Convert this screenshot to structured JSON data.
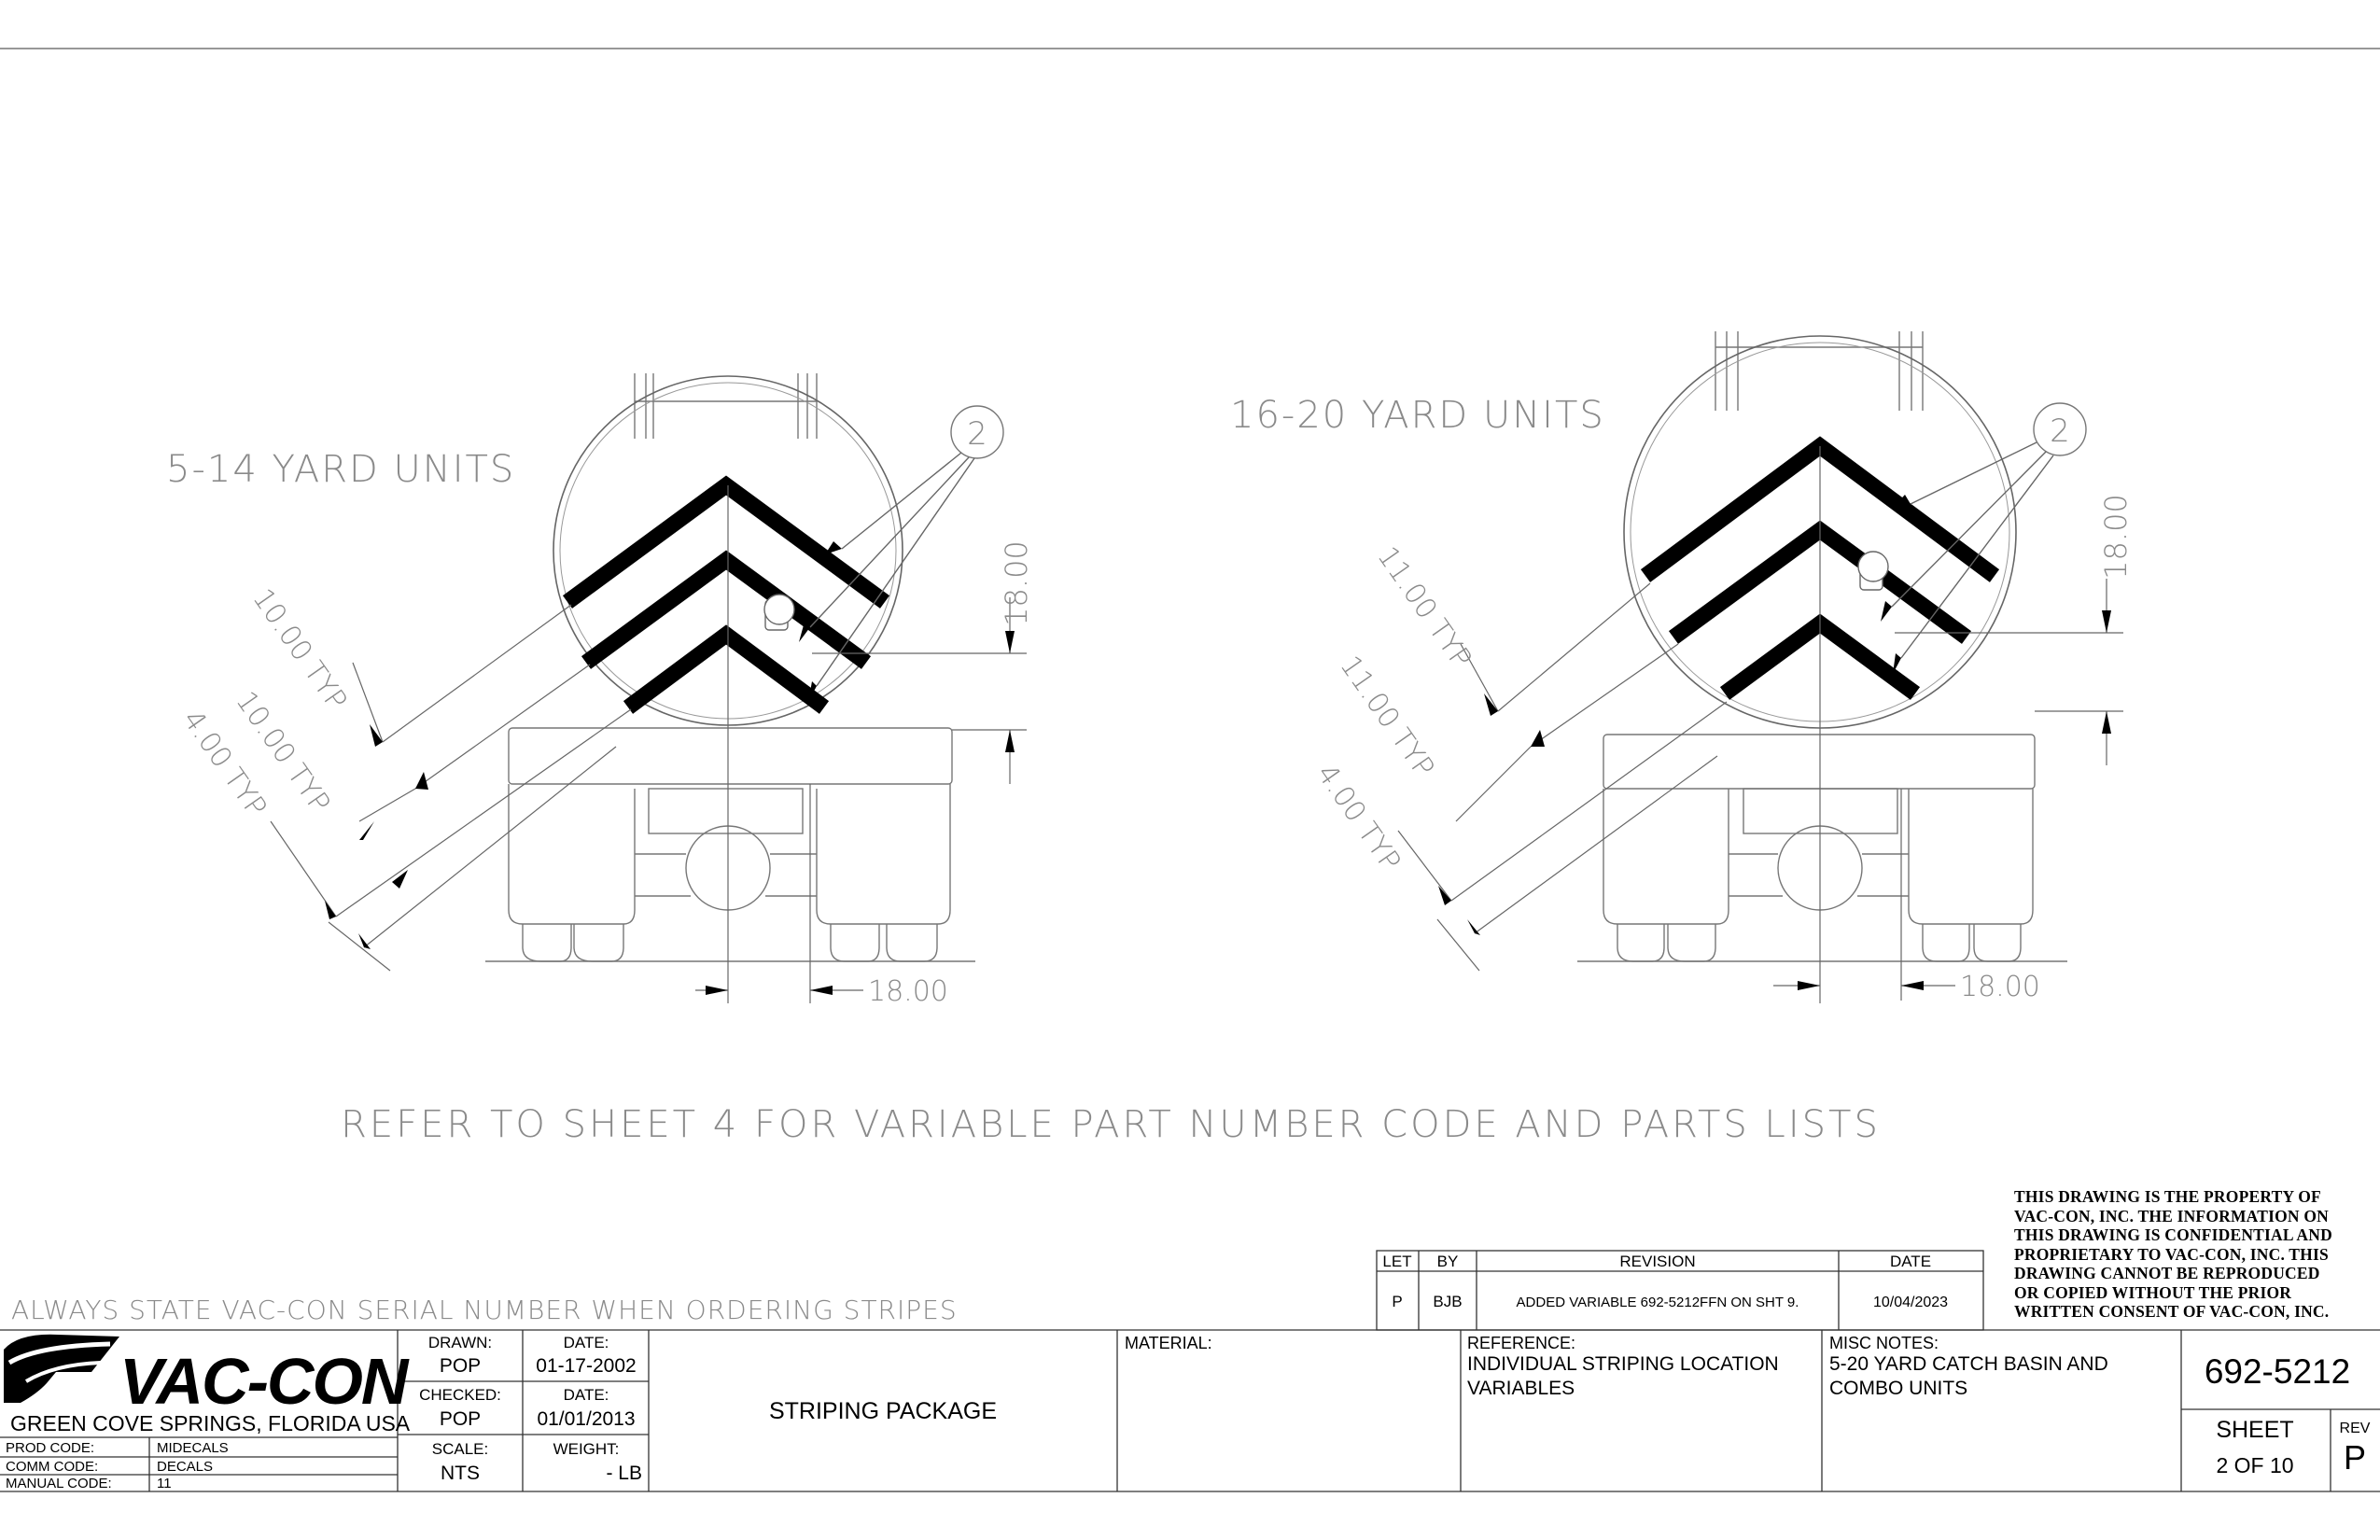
{
  "views": [
    {
      "title": "5-14 YARD UNITS",
      "balloon": "2",
      "dim_vertical": "18.00",
      "dim_horizontal": "18.00",
      "typ_labels": [
        "10.00 TYP",
        "10.00 TYP",
        "4.00 TYP"
      ]
    },
    {
      "title": "16-20 YARD UNITS",
      "balloon": "2",
      "dim_vertical": "18.00",
      "dim_horizontal": "18.00",
      "typ_labels": [
        "11.00 TYP",
        "11.00 TYP",
        "4.00 TYP"
      ]
    }
  ],
  "refer_note": "REFER TO SHEET 4 FOR VARIABLE PART NUMBER CODE AND PARTS LISTS",
  "serial_note": "ALWAYS STATE VAC-CON SERIAL NUMBER WHEN ORDERING STRIPES",
  "proprietary_notice": [
    "THIS DRAWING IS THE PROPERTY OF",
    "VAC-CON, INC.  THE INFORMATION ON",
    "THIS DRAWING IS CONFIDENTIAL AND",
    "PROPRIETARY TO VAC-CON, INC.  THIS",
    "DRAWING CANNOT BE REPRODUCED",
    "OR COPIED WITHOUT THE PRIOR",
    "WRITTEN CONSENT OF VAC-CON, INC."
  ],
  "revision_table": {
    "headers": [
      "LET",
      "BY",
      "REVISION",
      "DATE"
    ],
    "rows": [
      [
        "P",
        "BJB",
        "ADDED VARIABLE 692-5212FFN ON SHT 9.",
        "10/04/2023"
      ]
    ]
  },
  "title_block": {
    "company": "VAC-CON",
    "location": "GREEN COVE SPRINGS, FLORIDA USA",
    "codes": [
      {
        "label": "PROD CODE:",
        "value": "MIDECALS"
      },
      {
        "label": "COMM CODE:",
        "value": "DECALS"
      },
      {
        "label": "MANUAL CODE:",
        "value": "11"
      }
    ],
    "drawn_label": "DRAWN:",
    "drawn_value": "POP",
    "drawn_date_label": "DATE:",
    "drawn_date": "01-17-2002",
    "checked_label": "CHECKED:",
    "checked_value": "POP",
    "checked_date_label": "DATE:",
    "checked_date": "01/01/2013",
    "scale_label": "SCALE:",
    "scale_value": "NTS",
    "weight_label": "WEIGHT:",
    "weight_value": "- LB",
    "title": "STRIPING PACKAGE",
    "material_label": "MATERIAL:",
    "reference_label": "REFERENCE:",
    "reference_lines": [
      "INDIVIDUAL STRIPING LOCATION",
      "VARIABLES"
    ],
    "misc_label": "MISC NOTES:",
    "misc_lines": [
      "5-20 YARD CATCH BASIN AND",
      "COMBO UNITS"
    ],
    "part_number": "692-5212",
    "sheet_label": "SHEET",
    "sheet_value": "2 OF 10",
    "rev_label": "REV",
    "rev_value": "P"
  }
}
